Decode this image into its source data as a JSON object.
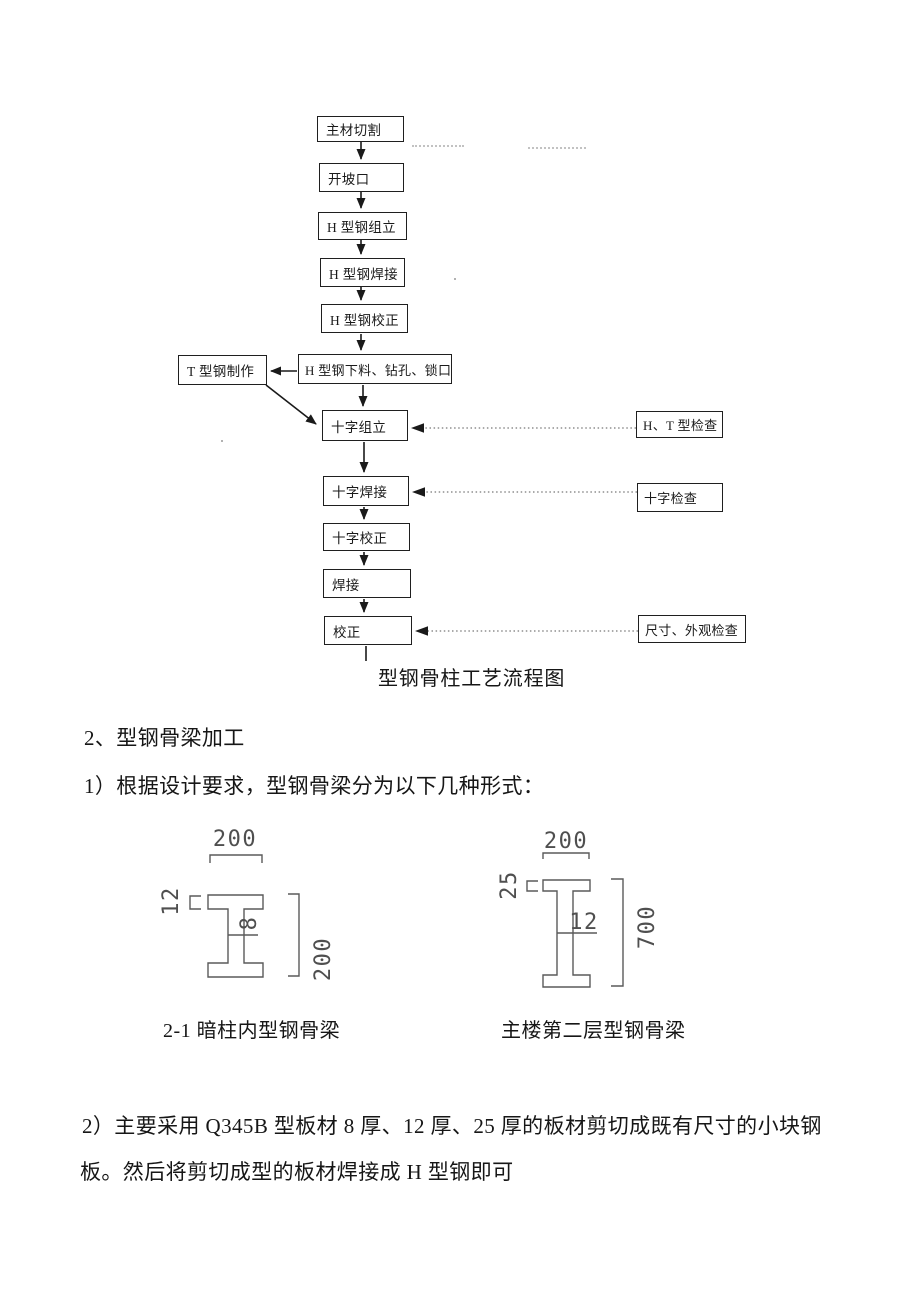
{
  "flowchart": {
    "caption": "型钢骨柱工艺流程图",
    "nodes": {
      "main_cut": "主材切割",
      "groove": "开坡口",
      "h_assembly": "H 型钢组立",
      "h_welding": "H 型钢焊接",
      "h_correction": "H 型钢校正",
      "t_fabrication": "T 型钢制作",
      "h_cutting_drilling": "H 型钢下料、钻孔、锁口",
      "cross_assembly": "十字组立",
      "ht_inspection": "H、T 型检查",
      "cross_welding": "十字焊接",
      "cross_inspection": "十字检查",
      "cross_correction": "十字校正",
      "welding": "焊接",
      "correction": "校正",
      "size_appearance_inspection": "尺寸、外观检查"
    }
  },
  "sections": {
    "heading": "2、型钢骨梁加工",
    "item1": "1）根据设计要求，型钢骨梁分为以下几种形式：",
    "item2_line1": "2）主要采用 Q345B 型板材 8 厚、12 厚、25 厚的板材剪切成既有尺寸的小块钢",
    "item2_line2": "板。然后将剪切成型的板材焊接成 H 型钢即可"
  },
  "diagrams": {
    "left": {
      "caption": "2-1 暗柱内型钢骨梁",
      "flange_width": "200",
      "flange_thickness": "12",
      "web_thickness": "8",
      "section_height": "200"
    },
    "right": {
      "caption": "主楼第二层型钢骨梁",
      "flange_width": "200",
      "flange_thickness": "25",
      "web_thickness": "12",
      "section_height": "700"
    }
  },
  "colors": {
    "ink": "#1a1a1a",
    "diagram_line": "#5a5a5a",
    "dotted_feedback": "#787878"
  }
}
